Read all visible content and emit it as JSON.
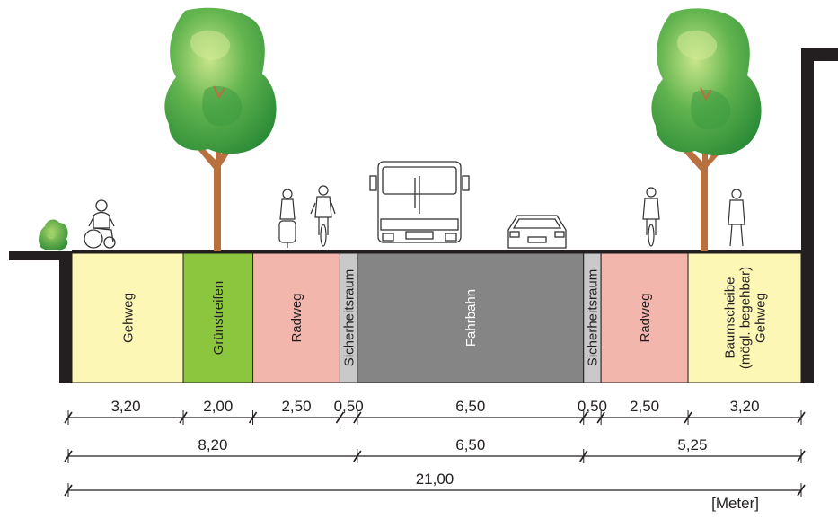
{
  "colors": {
    "gehweg": "#fdf7b5",
    "gruenstreifen": "#8cc63f",
    "radweg": "#f2b6ad",
    "sicherheitsraum": "#c9c9c9",
    "fahrbahn": "#858585",
    "wall": "#231f20",
    "trunk": "#b8703f",
    "foliage_dark": "#2f8f3a",
    "foliage_mid": "#5cb85c",
    "foliage_light": "#b7dc7a",
    "dim_line": "#231f20"
  },
  "segments": [
    {
      "label": "Gehweg",
      "color_key": "gehweg",
      "width_m": 3.2
    },
    {
      "label": "Grünstreifen",
      "color_key": "gruenstreifen",
      "width_m": 2.0
    },
    {
      "label": "Radweg",
      "color_key": "radweg",
      "width_m": 2.5
    },
    {
      "label": "Sicherheitsraum",
      "color_key": "sicherheitsraum",
      "width_m": 0.5
    },
    {
      "label": "Fahrbahn",
      "color_key": "fahrbahn",
      "width_m": 6.5
    },
    {
      "label": "Sicherheitsraum",
      "color_key": "sicherheitsraum",
      "width_m": 0.5
    },
    {
      "label": "Radweg",
      "color_key": "radweg",
      "width_m": 2.5
    },
    {
      "label": "Baumscheibe (mögl. begehbar) Gehweg",
      "label_lines": [
        "Baumscheibe",
        "(mögl. begehbar)",
        "Gehweg"
      ],
      "color_key": "gehweg",
      "width_m": 3.25
    }
  ],
  "dimension_rows": [
    {
      "row": "detail",
      "labels": [
        "3,20",
        "2,00",
        "2,50",
        "0,50",
        "6,50",
        "0,50",
        "2,50",
        "3,20"
      ]
    },
    {
      "row": "grouped",
      "labels": [
        "8,20",
        "6,50",
        "5,25"
      ]
    },
    {
      "row": "total",
      "labels": [
        "21,00"
      ]
    }
  ],
  "unit_label": "[Meter]",
  "icons": [
    "bush-icon",
    "wheelchair-user-icon",
    "tree-icon",
    "cyclist-icon",
    "bus-icon",
    "car-icon",
    "pedestrian-icon"
  ]
}
